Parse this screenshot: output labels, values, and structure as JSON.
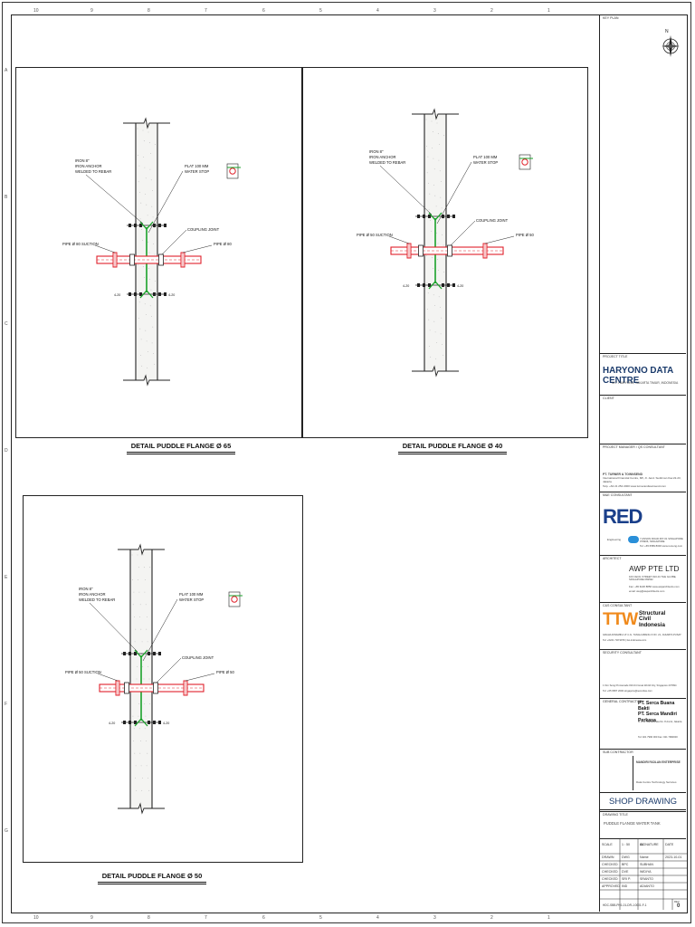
{
  "border": {
    "col_markers": [
      "10",
      "9",
      "8",
      "7",
      "6",
      "5",
      "4",
      "3",
      "2",
      "1"
    ],
    "row_markers": [
      "A",
      "B",
      "C",
      "D",
      "E",
      "F",
      "G"
    ]
  },
  "details": [
    {
      "caption": "DETAIL PUDDLE FLANGE Ø 65",
      "labels": {
        "anchor": [
          "IRON 8\"",
          "IRON ANCHOR",
          "WELDED TO REBAR"
        ],
        "plate": [
          "PLAT 100 MM",
          "WATER STOP"
        ],
        "coupling": "COUPLING JOINT",
        "pipe_left": "PIPE Ø 80 SUCTION",
        "pipe_right": "PIPE Ø 80",
        "dim": "4-20"
      }
    },
    {
      "caption": "DETAIL PUDDLE FLANGE Ø 40",
      "labels": {
        "anchor": [
          "IRON 8\"",
          "IRON ANCHOR",
          "WELDED TO REBAR"
        ],
        "plate": [
          "PLAT 100 MM",
          "WATER STOP"
        ],
        "coupling": "COUPLING JOINT",
        "pipe_left": "PIPE Ø 50 SUCTION",
        "pipe_right": "PIPE Ø 50",
        "dim": "4-20"
      }
    },
    {
      "caption": "DETAIL PUDDLE FLANGE Ø 50",
      "labels": {
        "anchor": [
          "IRON 8\"",
          "IRON ANCHOR",
          "WELDED TO REBAR"
        ],
        "plate": [
          "PLAT 100 MM",
          "WATER STOP"
        ],
        "coupling": "COUPLING JOINT",
        "pipe_left": "PIPE Ø 50 SUCTION",
        "pipe_right": "PIPE Ø 50",
        "dim": "4-20"
      }
    }
  ],
  "title_block": {
    "key_plan": "KEY PLAN",
    "project_title_label": "PROJECT TITLE",
    "project_title": "HARYONO DATA CENTRE",
    "project_address": "M.T. HARYONO, JAKARTA TIMUR, INDONESIA",
    "client_label": "CLIENT",
    "pm_label": "PROJECT MANAGER / QS CONSULTANT",
    "pm_name": "PT. TURNER & TOWNSEND",
    "pm_address": "International Financial Centre, 8/F, Jl. Jend. Sudirman Kav.22-23, Jakarta",
    "pm_contact": "Telp. +62 21 252 2000 www.turnerandtownsend.com",
    "mep_label": "M&E CONSULTANT",
    "mep_logo": "RED",
    "mep_sub": "Engineering",
    "mep_address": "7 ANSON ROAD #07-01 SINGAPORE 079906, SINGAPORE",
    "mep_contact": "Tel: +65 6589 8000 www.red-eng.com",
    "architect_label": "ARCHITECT",
    "architect_name": "AWP PTE LTD",
    "architect_address": "100 CECIL STREET #10-01 THE GLOBE, SINGAPORE 069532",
    "architect_contact": "Fax: +65 6226 8856 www.awparchitects.com",
    "architect_email": "email: awp@awparchitects.com",
    "civil_label": "C&S CONSULTANT",
    "civil_logo": "TTW",
    "civil_name": [
      "Structural",
      "Civil",
      "Indonesia"
    ],
    "civil_address": "GRAHA DINAMIKA LT.4 JL. TANAH ABANG II NO. 21, JAKARTA PUSAT",
    "civil_contact": "Tel: +6221 718 9979 | ttw-indonesia.com",
    "security_label": "SECURITY CONSULTANT",
    "security_address": "1 Kim Seng Promenade #10-04 Great World City, Singapore 237994",
    "security_contact": "Tel: +65 6587 2000 singapore@securitas.com",
    "contractor_label": "GENERAL CONTRACTOR",
    "contractor_name": [
      "PT. Serca Buana Bakti",
      "PT. Serca Mandiri",
      "Perkasa"
    ],
    "contractor_address": "Jl. R.E. Martadinata No. 8 Ancol, Jakarta",
    "contractor_contact": "Tel: 021 7990 000 Fax: 021 7990000",
    "subcon_label": "SUB CONTRACTOR",
    "subcon_name": "MANDIRI FADLAN ENTERPRISE",
    "subcon_desc": "Data Centre Technology Services",
    "status": "SHOP DRAWING",
    "drawing_title_label": "DRAWING TITLE",
    "drawing_title": "PUDDLE FLANGE WATER TANK",
    "grid_left": [
      [
        "SCALE",
        "1 : 50",
        "A1"
      ],
      [
        "DRAWN",
        "DWG",
        "Name"
      ],
      [
        "CHECKED",
        "BPC",
        "SUBHAN"
      ],
      [
        "CHECKED",
        "DVE",
        "WIDIYA"
      ],
      [
        "CHECKED",
        "SRI P.",
        "SRANTO"
      ],
      [
        "APPROVED",
        "IND",
        "ADIANTO"
      ]
    ],
    "grid_right": [
      [
        "SIGNATURE",
        "DATE"
      ],
      [
        "",
        "2023-10-01"
      ],
      [
        "",
        ""
      ],
      [
        "",
        ""
      ],
      [
        "",
        ""
      ],
      [
        "",
        ""
      ]
    ],
    "drawing_no_label": "DRAWING NO.",
    "drawing_no": "HDC-SBB-PH1-01-DR-J-0001-F-1",
    "rev_label": "REV",
    "rev": "0"
  }
}
